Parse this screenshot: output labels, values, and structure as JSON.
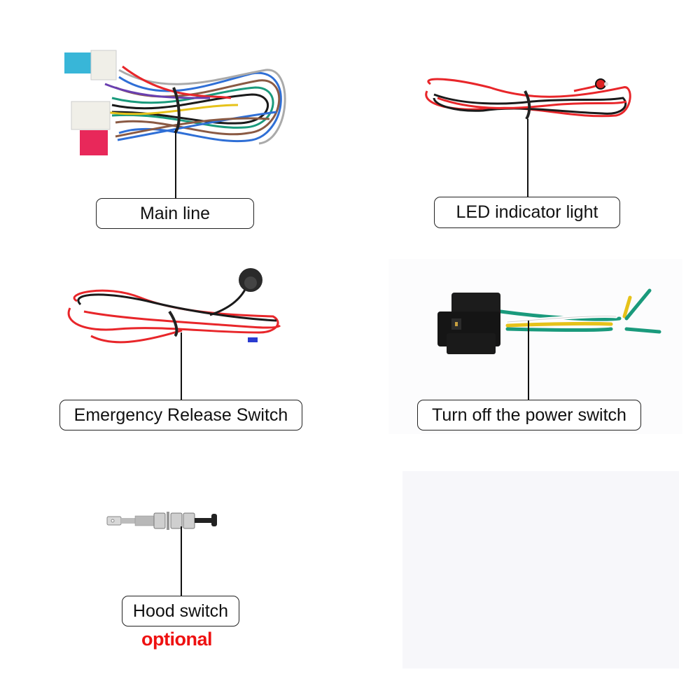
{
  "items": [
    {
      "id": "main-line",
      "label": "Main line"
    },
    {
      "id": "led-indicator-light",
      "label": "LED indicator light"
    },
    {
      "id": "emergency-release-switch",
      "label": "Emergency Release Switch"
    },
    {
      "id": "power-switch",
      "label": "Turn off the power switch"
    },
    {
      "id": "hood-switch",
      "label": "Hood switch",
      "note": "optional"
    }
  ],
  "colors": {
    "label_border": "#222222",
    "optional_text": "#ee1111",
    "wire_red": "#e8262a",
    "wire_black": "#1a1a1a",
    "wire_blue": "#2f6fd6",
    "wire_green": "#1a9a7c",
    "wire_brown": "#8a5a44",
    "wire_yellow": "#e6c21a",
    "blank_panel": "#f7f7fa"
  }
}
